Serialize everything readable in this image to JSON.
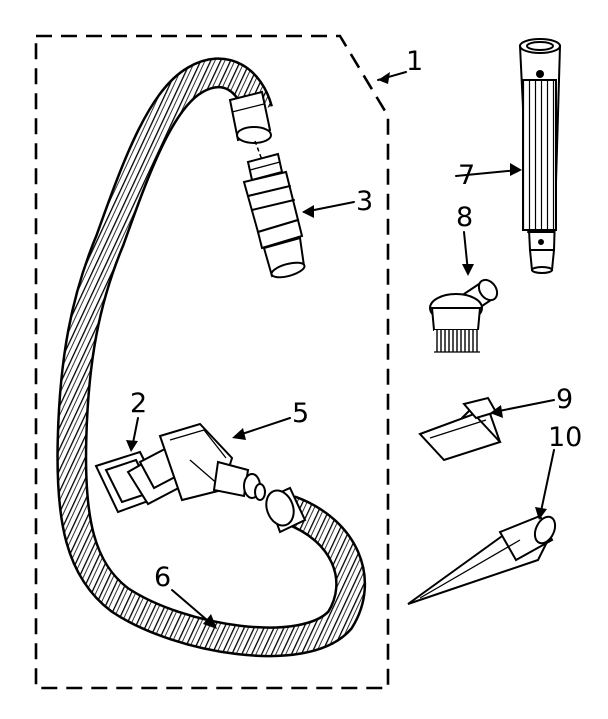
{
  "diagram": {
    "colors": {
      "ink": "#000000",
      "paper": "#ffffff"
    },
    "callouts": [
      "1",
      "2",
      "3",
      "5",
      "6",
      "7",
      "8",
      "9",
      "10"
    ],
    "parts": [
      {
        "ref": "1",
        "icon": "kit-outline-dashed"
      },
      {
        "ref": "2",
        "icon": "bracket-clip-icon"
      },
      {
        "ref": "3",
        "icon": "hose-swivel-coupling-icon"
      },
      {
        "ref": "5",
        "icon": "hose-handle-icon"
      },
      {
        "ref": "6",
        "icon": "corrugated-hose-icon"
      },
      {
        "ref": "7",
        "icon": "extension-wand-icon"
      },
      {
        "ref": "8",
        "icon": "dusting-brush-icon"
      },
      {
        "ref": "9",
        "icon": "upholstery-tool-icon"
      },
      {
        "ref": "10",
        "icon": "crevice-tool-icon"
      }
    ]
  }
}
